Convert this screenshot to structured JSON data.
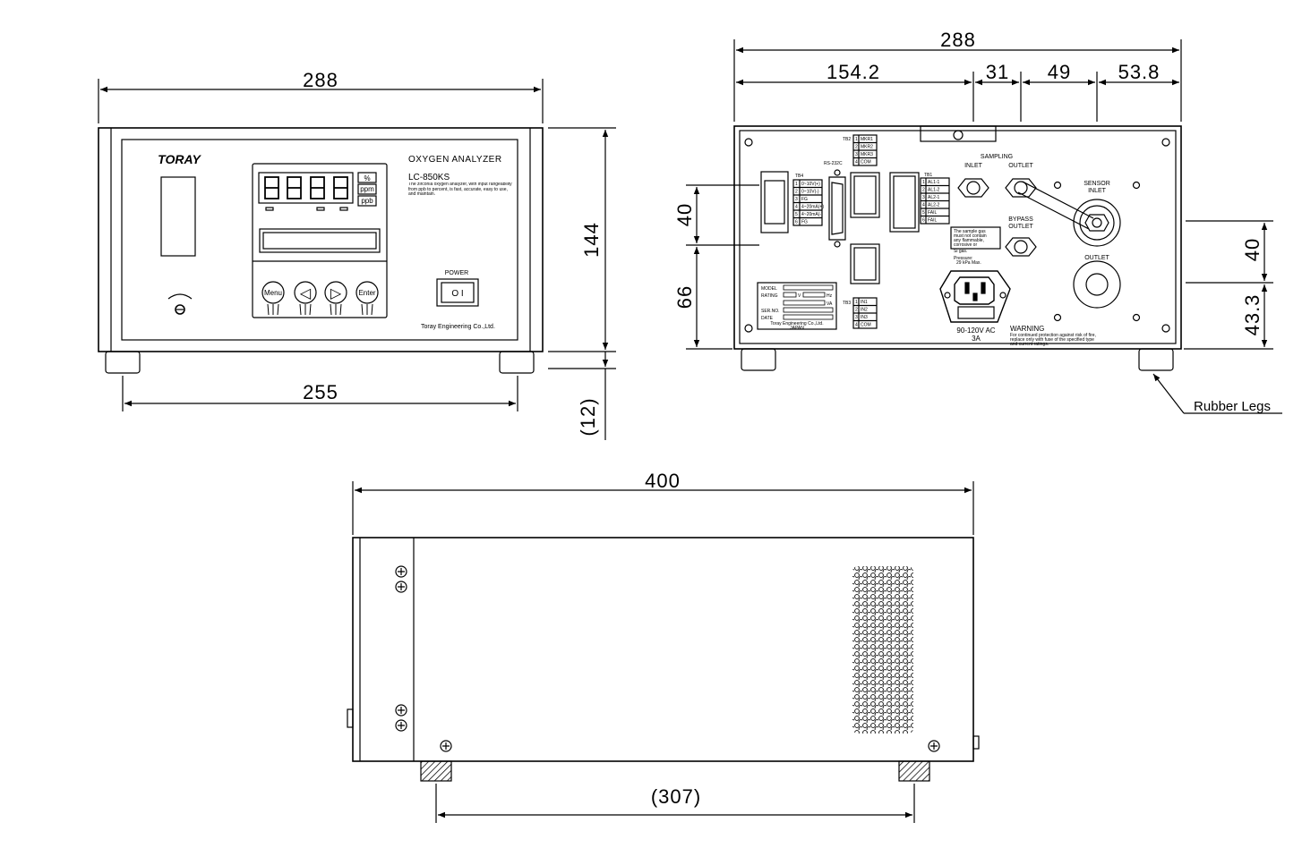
{
  "front_view": {
    "width_overall": "288",
    "height_overall": "144",
    "width_feet": "255",
    "leg_height": "(12)",
    "brand": "TORAY",
    "product_name": "OXYGEN ANALYZER",
    "model": "LC-850KS",
    "description": "The zirconia oxygen analyzer, with input rangeability from ppb to percent, is fast, accurate, easy to use, and maintain.",
    "unit_labels": [
      "%",
      "ppm",
      "ppb"
    ],
    "keys": [
      "Menu",
      "◁",
      "▷",
      "Enter"
    ],
    "power_label": "POWER",
    "power_switch": "O I",
    "manufacturer": "Toray Engineering Co.,Ltd."
  },
  "rear_view": {
    "width_overall": "288",
    "segments": [
      "154.2",
      "31",
      "49",
      "53.8"
    ],
    "left_dims": [
      "40",
      "66"
    ],
    "right_dims": [
      "40",
      "43.3"
    ],
    "rubber_legs": "Rubber Legs",
    "sampling": "SAMPLING",
    "inlet": "INLET",
    "outlet": "OUTLET",
    "sensor_inlet_1": "SENSOR",
    "sensor_inlet_2": "INLET",
    "bypass_1": "BYPASS",
    "bypass_2": "OUTLET",
    "sensor_outlet": "OUTLET",
    "rs232c": "RS-232C",
    "tb4": "TB4",
    "tb4_rows": [
      "0~10V(+)",
      "0~10V(-)",
      "FG",
      "4~20mA(+)",
      "4~20mA(-)",
      "FG"
    ],
    "tb2": "TB2",
    "tb2_rows": [
      "MKR1",
      "MKR2",
      "MKR3",
      "COM"
    ],
    "tb1": "TB1",
    "tb1_rows": [
      "AL1-1",
      "AL1-2",
      "AL2-1",
      "AL2-2",
      "FAIL",
      "FAIL"
    ],
    "tb3": "TB3",
    "tb3_rows": [
      "IN1",
      "IN2",
      "IN3",
      "COM"
    ],
    "gas_note": [
      "The sample gas",
      "must not contain",
      "any flammable,",
      "corrosive or",
      "Si gas."
    ],
    "pressure_note": [
      "Pressure:",
      "29 kPa Max."
    ],
    "nameplate": [
      "MODEL",
      "RATING",
      "SER.NO.",
      "DATE"
    ],
    "nameplate_v": "V",
    "nameplate_hz": "Hz",
    "nameplate_va": "VA",
    "nameplate_maker": "Toray Engineering Co.,Ltd.",
    "nameplate_country": "JAPAN",
    "power_rating": "90-120V AC",
    "current": "3A",
    "warning_title": "WARNING",
    "warning_text": [
      "For continued protection against risk of fire,",
      "replace only with fuse of the specified type",
      "and current ratings."
    ]
  },
  "side_view": {
    "length": "400",
    "foot_span": "(307)"
  }
}
